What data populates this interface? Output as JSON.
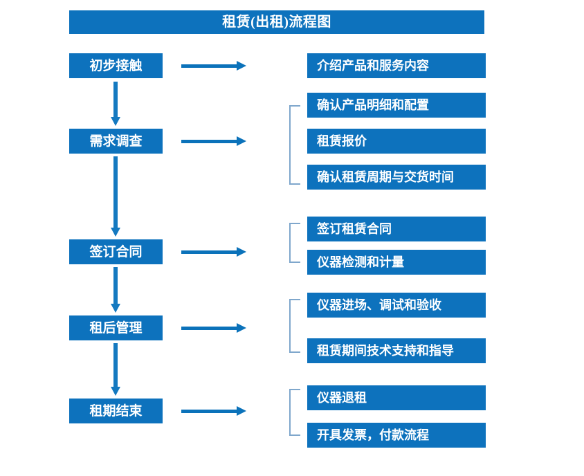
{
  "title": "租赁(出租)流程图",
  "colors": {
    "box_blue": "#0d72bd",
    "arrow_blue": "#0b72ba",
    "bracket_blue": "#7fa7cc",
    "text_white": "#ffffff",
    "background": "#ffffff"
  },
  "stages": [
    {
      "label": "初步接触"
    },
    {
      "label": "需求调查"
    },
    {
      "label": "签订合同"
    },
    {
      "label": "租后管理"
    },
    {
      "label": "租期结束"
    }
  ],
  "details": [
    {
      "label": "介绍产品和服务内容"
    },
    {
      "label": "确认产品明细和配置"
    },
    {
      "label": "租赁报价"
    },
    {
      "label": "确认租赁周期与交货时间"
    },
    {
      "label": "签订租赁合同"
    },
    {
      "label": "仪器检测和计量"
    },
    {
      "label": "仪器进场、调试和验收"
    },
    {
      "label": "租赁期间技术支持和指导"
    },
    {
      "label": "仪器退租"
    },
    {
      "label": "开具发票，付款流程"
    }
  ],
  "groups": [
    {
      "name": "requirement-survey-group",
      "members": [
        1,
        2,
        3
      ]
    },
    {
      "name": "contract-group",
      "members": [
        4,
        5
      ]
    },
    {
      "name": "post-rental-group",
      "members": [
        6,
        7
      ]
    },
    {
      "name": "rental-end-group",
      "members": [
        8,
        9
      ]
    }
  ],
  "chart_data": {
    "type": "diagram",
    "title": "租赁(出租)流程图",
    "flow": [
      {
        "stage": "初步接触",
        "outputs": [
          "介绍产品和服务内容"
        ]
      },
      {
        "stage": "需求调查",
        "outputs": [
          "确认产品明细和配置",
          "租赁报价",
          "确认租赁周期与交货时间"
        ]
      },
      {
        "stage": "签订合同",
        "outputs": [
          "签订租赁合同",
          "仪器检测和计量"
        ]
      },
      {
        "stage": "租后管理",
        "outputs": [
          "仪器进场、调试和验收",
          "租赁期间技术支持和指导"
        ]
      },
      {
        "stage": "租期结束",
        "outputs": [
          "仪器退租",
          "开具发票，付款流程"
        ]
      }
    ]
  }
}
